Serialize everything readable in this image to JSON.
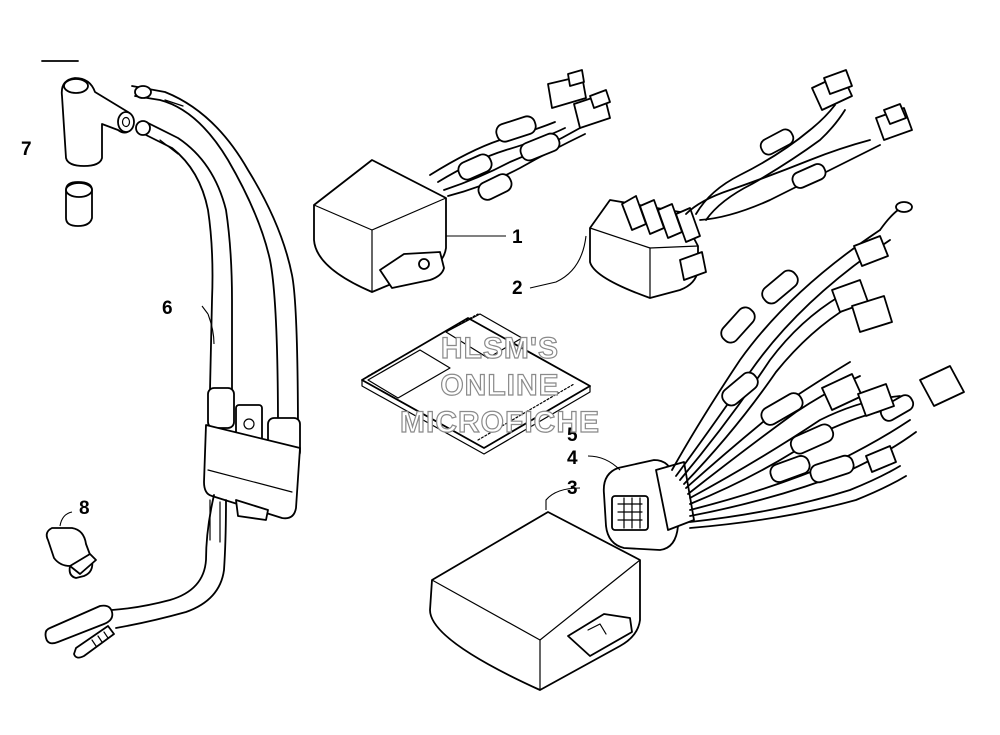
{
  "callouts": [
    {
      "id": "1",
      "label": "1"
    },
    {
      "id": "2",
      "label": "2"
    },
    {
      "id": "3",
      "label": "3"
    },
    {
      "id": "4",
      "label": "4"
    },
    {
      "id": "5",
      "label": "5"
    },
    {
      "id": "6",
      "label": "6"
    },
    {
      "id": "7",
      "label": "7"
    },
    {
      "id": "8",
      "label": "8"
    }
  ],
  "watermark": {
    "line1": "HLSM'S",
    "line2": "ONLINE",
    "line3": "MICROFICHE"
  },
  "colors": {
    "ink": "#000000",
    "paper": "#ffffff",
    "watermark_outline": "#8a8a8a"
  }
}
